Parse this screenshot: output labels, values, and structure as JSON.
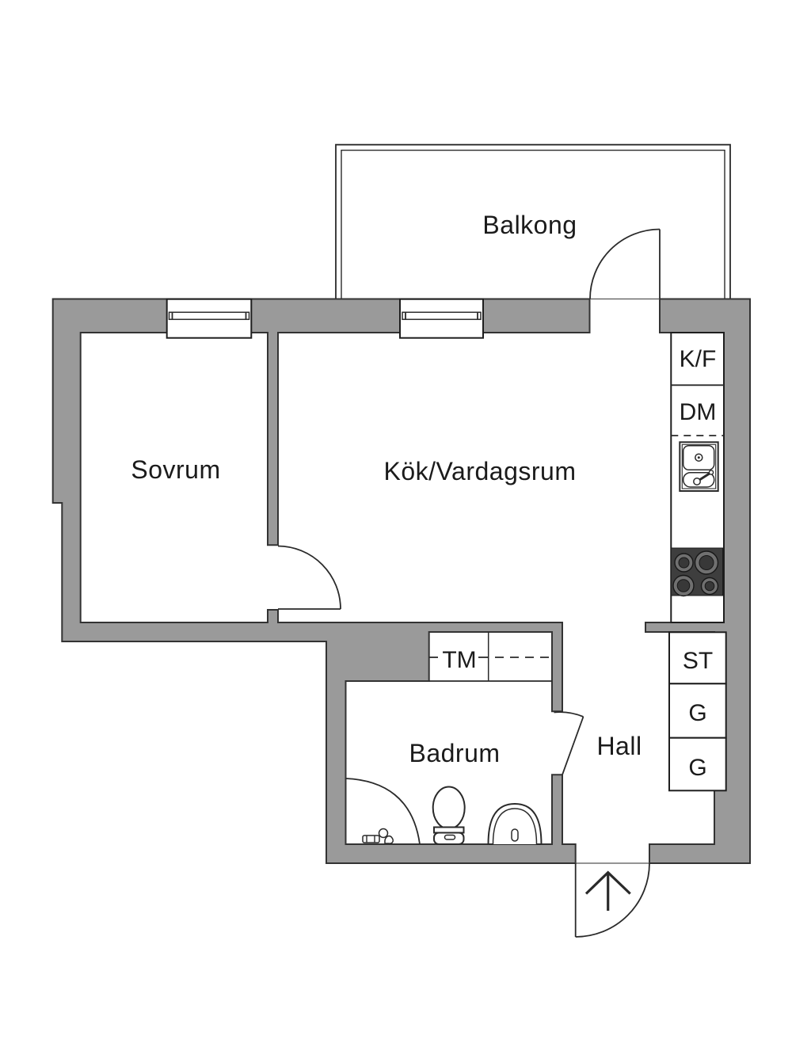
{
  "colors": {
    "floor": "#ffffff",
    "wall": "#9a9a9a",
    "wallstroke": "#333333",
    "line": "#2a2a2a",
    "text": "#1b1b1b",
    "stove": "#3e3e3e",
    "burner_ring": "#707070",
    "burner_center": "#383838"
  },
  "rooms": {
    "balcony": {
      "label": "Balkong"
    },
    "bedroom": {
      "label": "Sovrum"
    },
    "kitchen_living": {
      "label": "Kök/Vardagsrum"
    },
    "bathroom": {
      "label": "Badrum"
    },
    "hall": {
      "label": "Hall"
    }
  },
  "fixtures": {
    "fridge_freezer": {
      "label": "K/F"
    },
    "dishwasher": {
      "label": "DM"
    },
    "washing_machine": {
      "label": "TM"
    },
    "cleaning_closet": {
      "label": "ST"
    },
    "wardrobe_1": {
      "label": "G"
    },
    "wardrobe_2": {
      "label": "G"
    }
  }
}
